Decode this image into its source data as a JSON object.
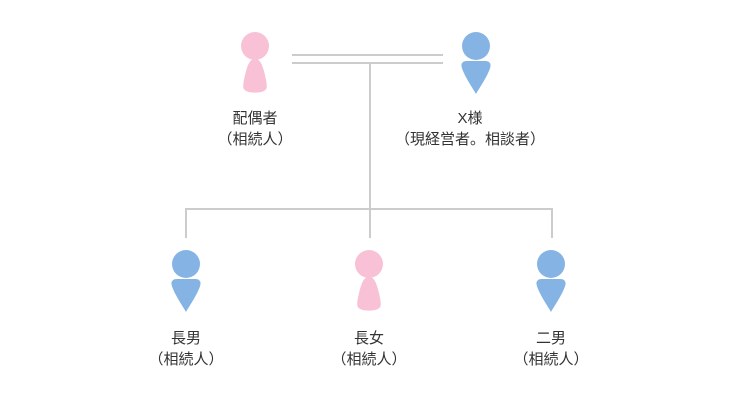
{
  "diagram": {
    "type": "family-tree",
    "background": "#ffffff"
  },
  "colors": {
    "background": "#ffffff",
    "female": "#f8c1d6",
    "male": "#85b4e4",
    "line": "#cccccc",
    "text": "#333333"
  },
  "family_tree": {
    "parents": [
      {
        "name": "配偶者",
        "role": "（相続人）",
        "gender": "female"
      },
      {
        "name": "X様",
        "role": "（現経営者。相談者）",
        "gender": "male"
      }
    ],
    "children": [
      {
        "name": "長男",
        "role": "（相続人）",
        "gender": "male"
      },
      {
        "name": "長女",
        "role": "（相続人）",
        "gender": "female"
      },
      {
        "name": "二男",
        "role": "（相続人）",
        "gender": "male"
      }
    ]
  }
}
